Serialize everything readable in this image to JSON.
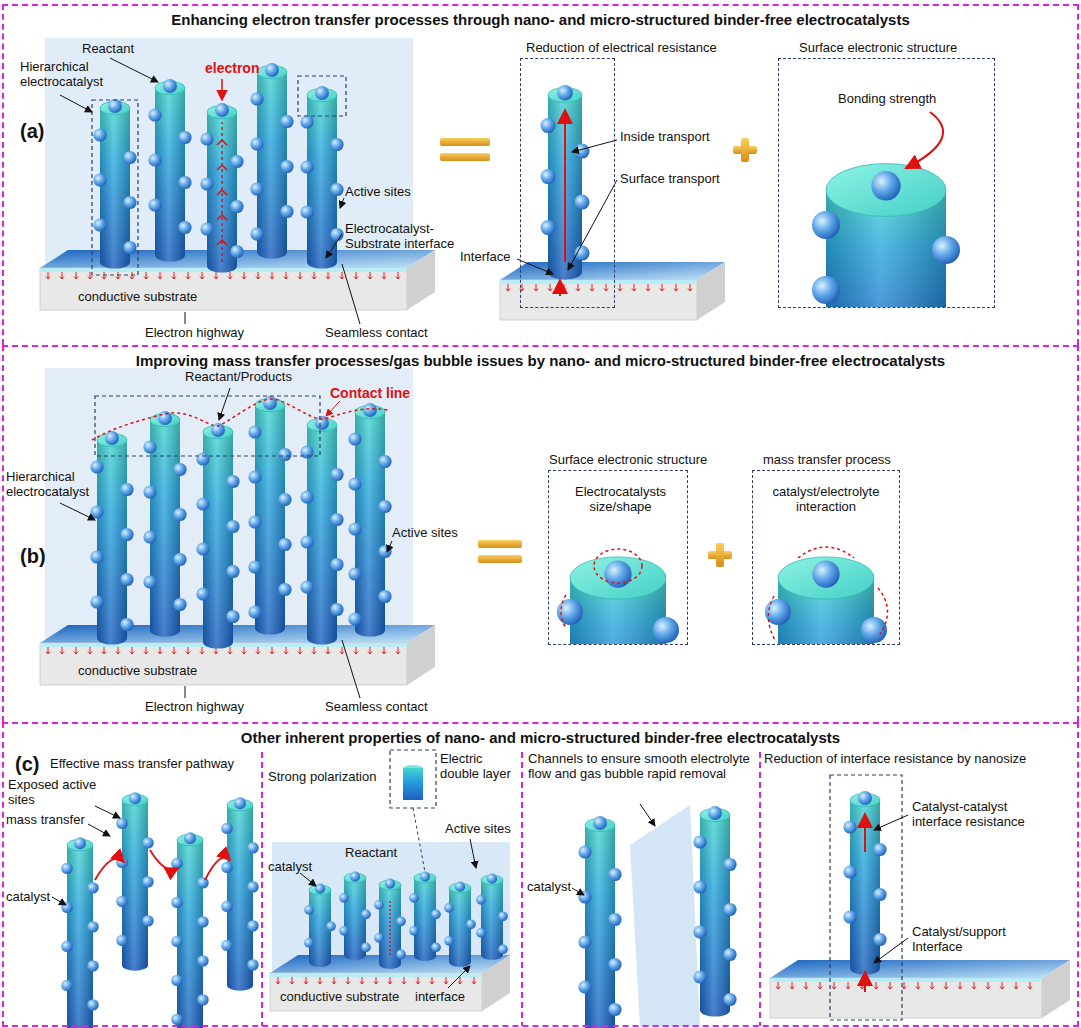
{
  "diagram": {
    "nodes": [
      {
        "text": [
          "Enhancing electron transfer processes through nano- and micro-structured binder-free electrocatalysts"
        ]
      },
      {
        "text": [
          "Improving mass transfer processes/gas bubble issues by nano- and micro-structured binder-free electrocatalysts"
        ]
      },
      {
        "text": [
          "Other inherent properties of nano- and micro-structured binder-free electrocatalysts"
        ]
      },
      {
        "text": [
          "Reduction of electrical resistance"
        ],
        "in": 0
      },
      {
        "text": [
          "Surface electronic structure"
        ],
        "in": 0
      },
      {
        "text": [
          "Surface electronic structure"
        ],
        "in": 1
      },
      {
        "text": [
          "mass transfer process"
        ],
        "in": 1
      }
    ],
    "labels": [
      "(a)",
      "Reactant",
      "Hierarchical electrocatalyst",
      "electron",
      "Active sites",
      "Electrocatalyst-Substrate interface",
      "conductive substrate",
      "Electron highway",
      "Seamless contact",
      "Inside transport",
      "Surface transport",
      "Interface",
      "Bonding strength",
      "(b)",
      "Reactant/Products",
      "Contact line",
      "Hierarchical electrocatalyst",
      "Active sites",
      "conductive substrate",
      "Electron highway",
      "Seamless contact",
      "Electrocatalysts size/shape",
      "catalyst/electrolyte interaction",
      "(c)",
      "Effective mass transfer pathway",
      "Exposed active sites",
      "mass transfer",
      "catalyst",
      "Strong polarization",
      "Electric double layer",
      "Reactant",
      "catalyst",
      "Active sites",
      "conductive substrate",
      "interface",
      "Channels to ensure smooth electrolyte flow and gas bubble rapid removal",
      "catalyst",
      "Reduction of interface resistance by nanosize",
      "Catalyst-catalyst interface resistance",
      "Catalyst/support Interface"
    ]
  }
}
